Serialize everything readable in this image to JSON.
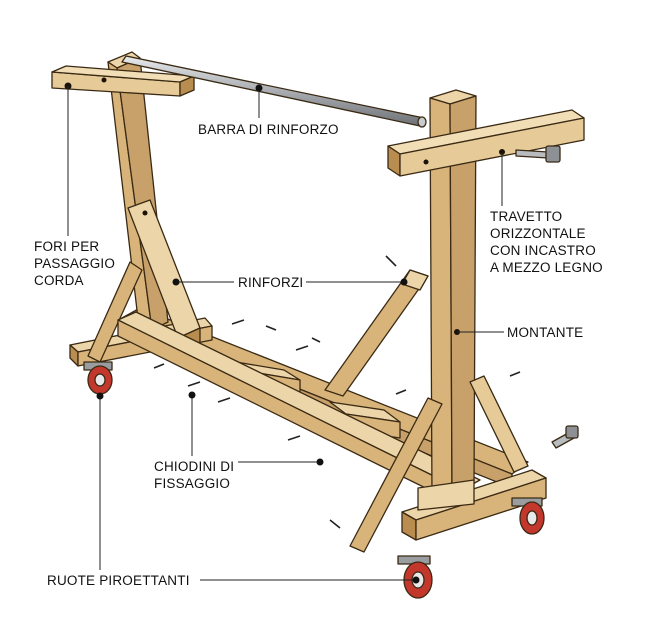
{
  "labels": {
    "barra": "BARRA DI RINFORZO",
    "fori": [
      "FORI PER",
      "PASSAGGIO",
      "CORDA"
    ],
    "travetto": [
      "TRAVETTO",
      "ORIZZONTALE",
      "CON INCASTRO",
      "A MEZZO LEGNO"
    ],
    "rinforzi": "RINFORZI",
    "montante": "MONTANTE",
    "chiodini": [
      "CHIODINI DI",
      "FISSAGGIO"
    ],
    "ruote": "RUOTE PIROETTANTI"
  },
  "colors": {
    "wood_light": "#ecd5a8",
    "wood_mid": "#d9b47a",
    "wood_dark": "#b98c4f",
    "outline": "#3a2a14",
    "wheel": "#c4372c",
    "metal": "#b9bcbf"
  }
}
